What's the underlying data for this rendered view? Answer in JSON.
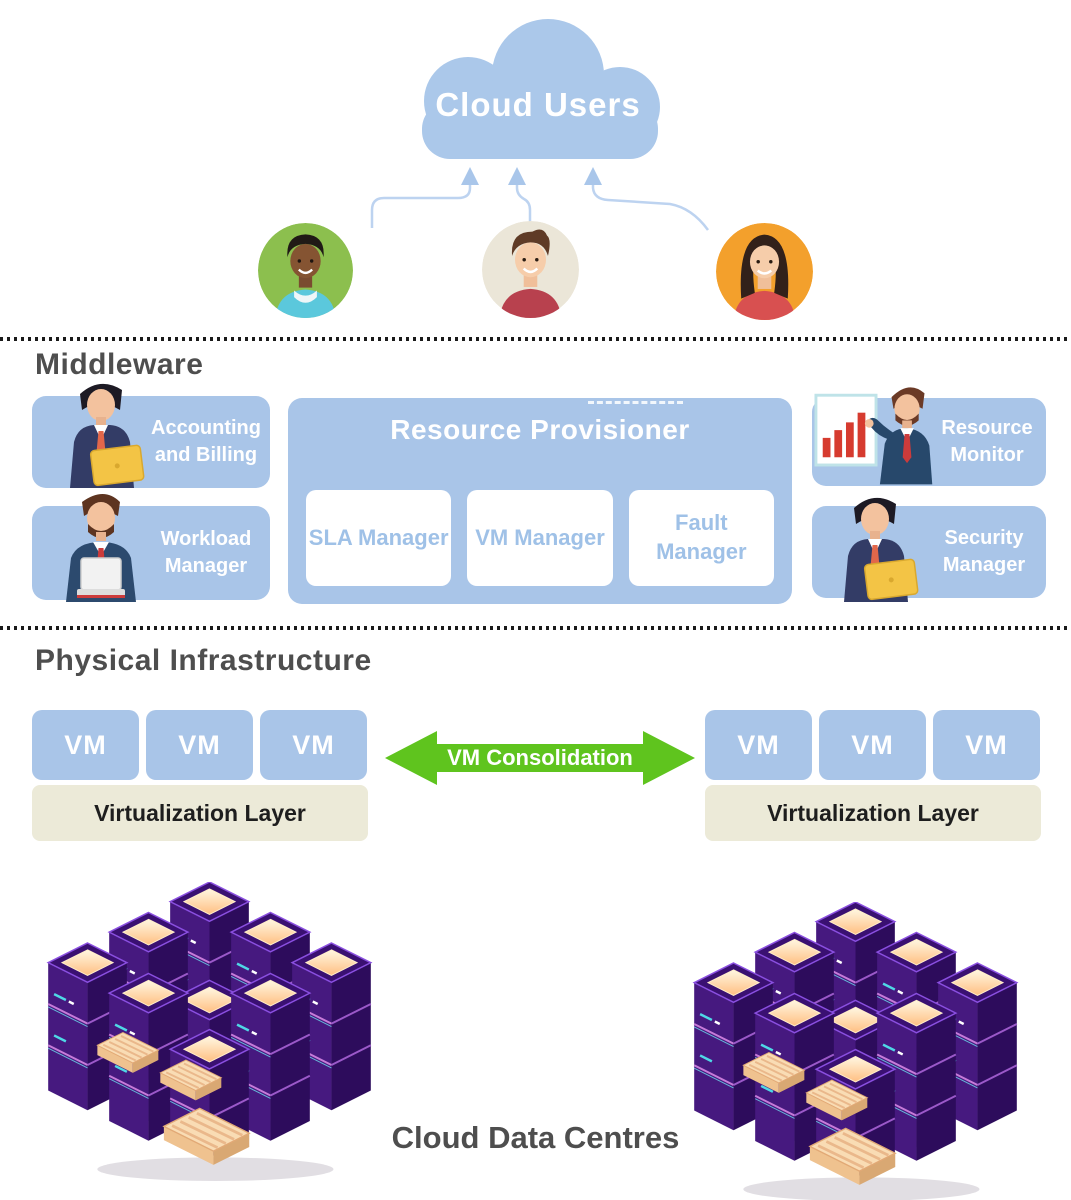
{
  "colors": {
    "box_blue": "#a9c5e8",
    "cloud_blue": "#abc8ea",
    "panel_beige": "#ecead8",
    "arrow_green": "#5fc41e",
    "server_purple": "#3a1072",
    "title_gray": "#4e4e4e"
  },
  "icons": {
    "cloud": "cloud-shape",
    "avatars": [
      "man-green-circle-avatar",
      "man-cream-circle-avatar",
      "woman-orange-circle-avatar"
    ],
    "middleware_illustrations": [
      "man-with-laptop",
      "man-with-laptop",
      "man-presenting-bar-chart",
      "man-with-laptop"
    ],
    "datacenter": "isometric-server-stack"
  },
  "cloud": {
    "label": "Cloud Users"
  },
  "middleware": {
    "title": "Middleware",
    "accounting_billing": {
      "label": "Accounting and Billing"
    },
    "workload_manager": {
      "label": "Workload Manager"
    },
    "resource_provisioner": {
      "title": "Resource Provisioner",
      "sub_managers": [
        {
          "label": "SLA Manager"
        },
        {
          "label": "VM Manager"
        },
        {
          "label": "Fault Manager"
        }
      ]
    },
    "resource_monitor": {
      "label": "Resource Monitor"
    },
    "security_manager": {
      "label": "Security Manager"
    }
  },
  "physical": {
    "title": "Physical Infrastructure",
    "left_host": {
      "vms": [
        "VM",
        "VM",
        "VM"
      ],
      "layer_label": "Virtualization Layer"
    },
    "right_host": {
      "vms": [
        "VM",
        "VM",
        "VM"
      ],
      "layer_label": "Virtualization Layer"
    },
    "consolidation_label": "VM Consolidation",
    "datacenters_label": "Cloud Data Centres"
  }
}
